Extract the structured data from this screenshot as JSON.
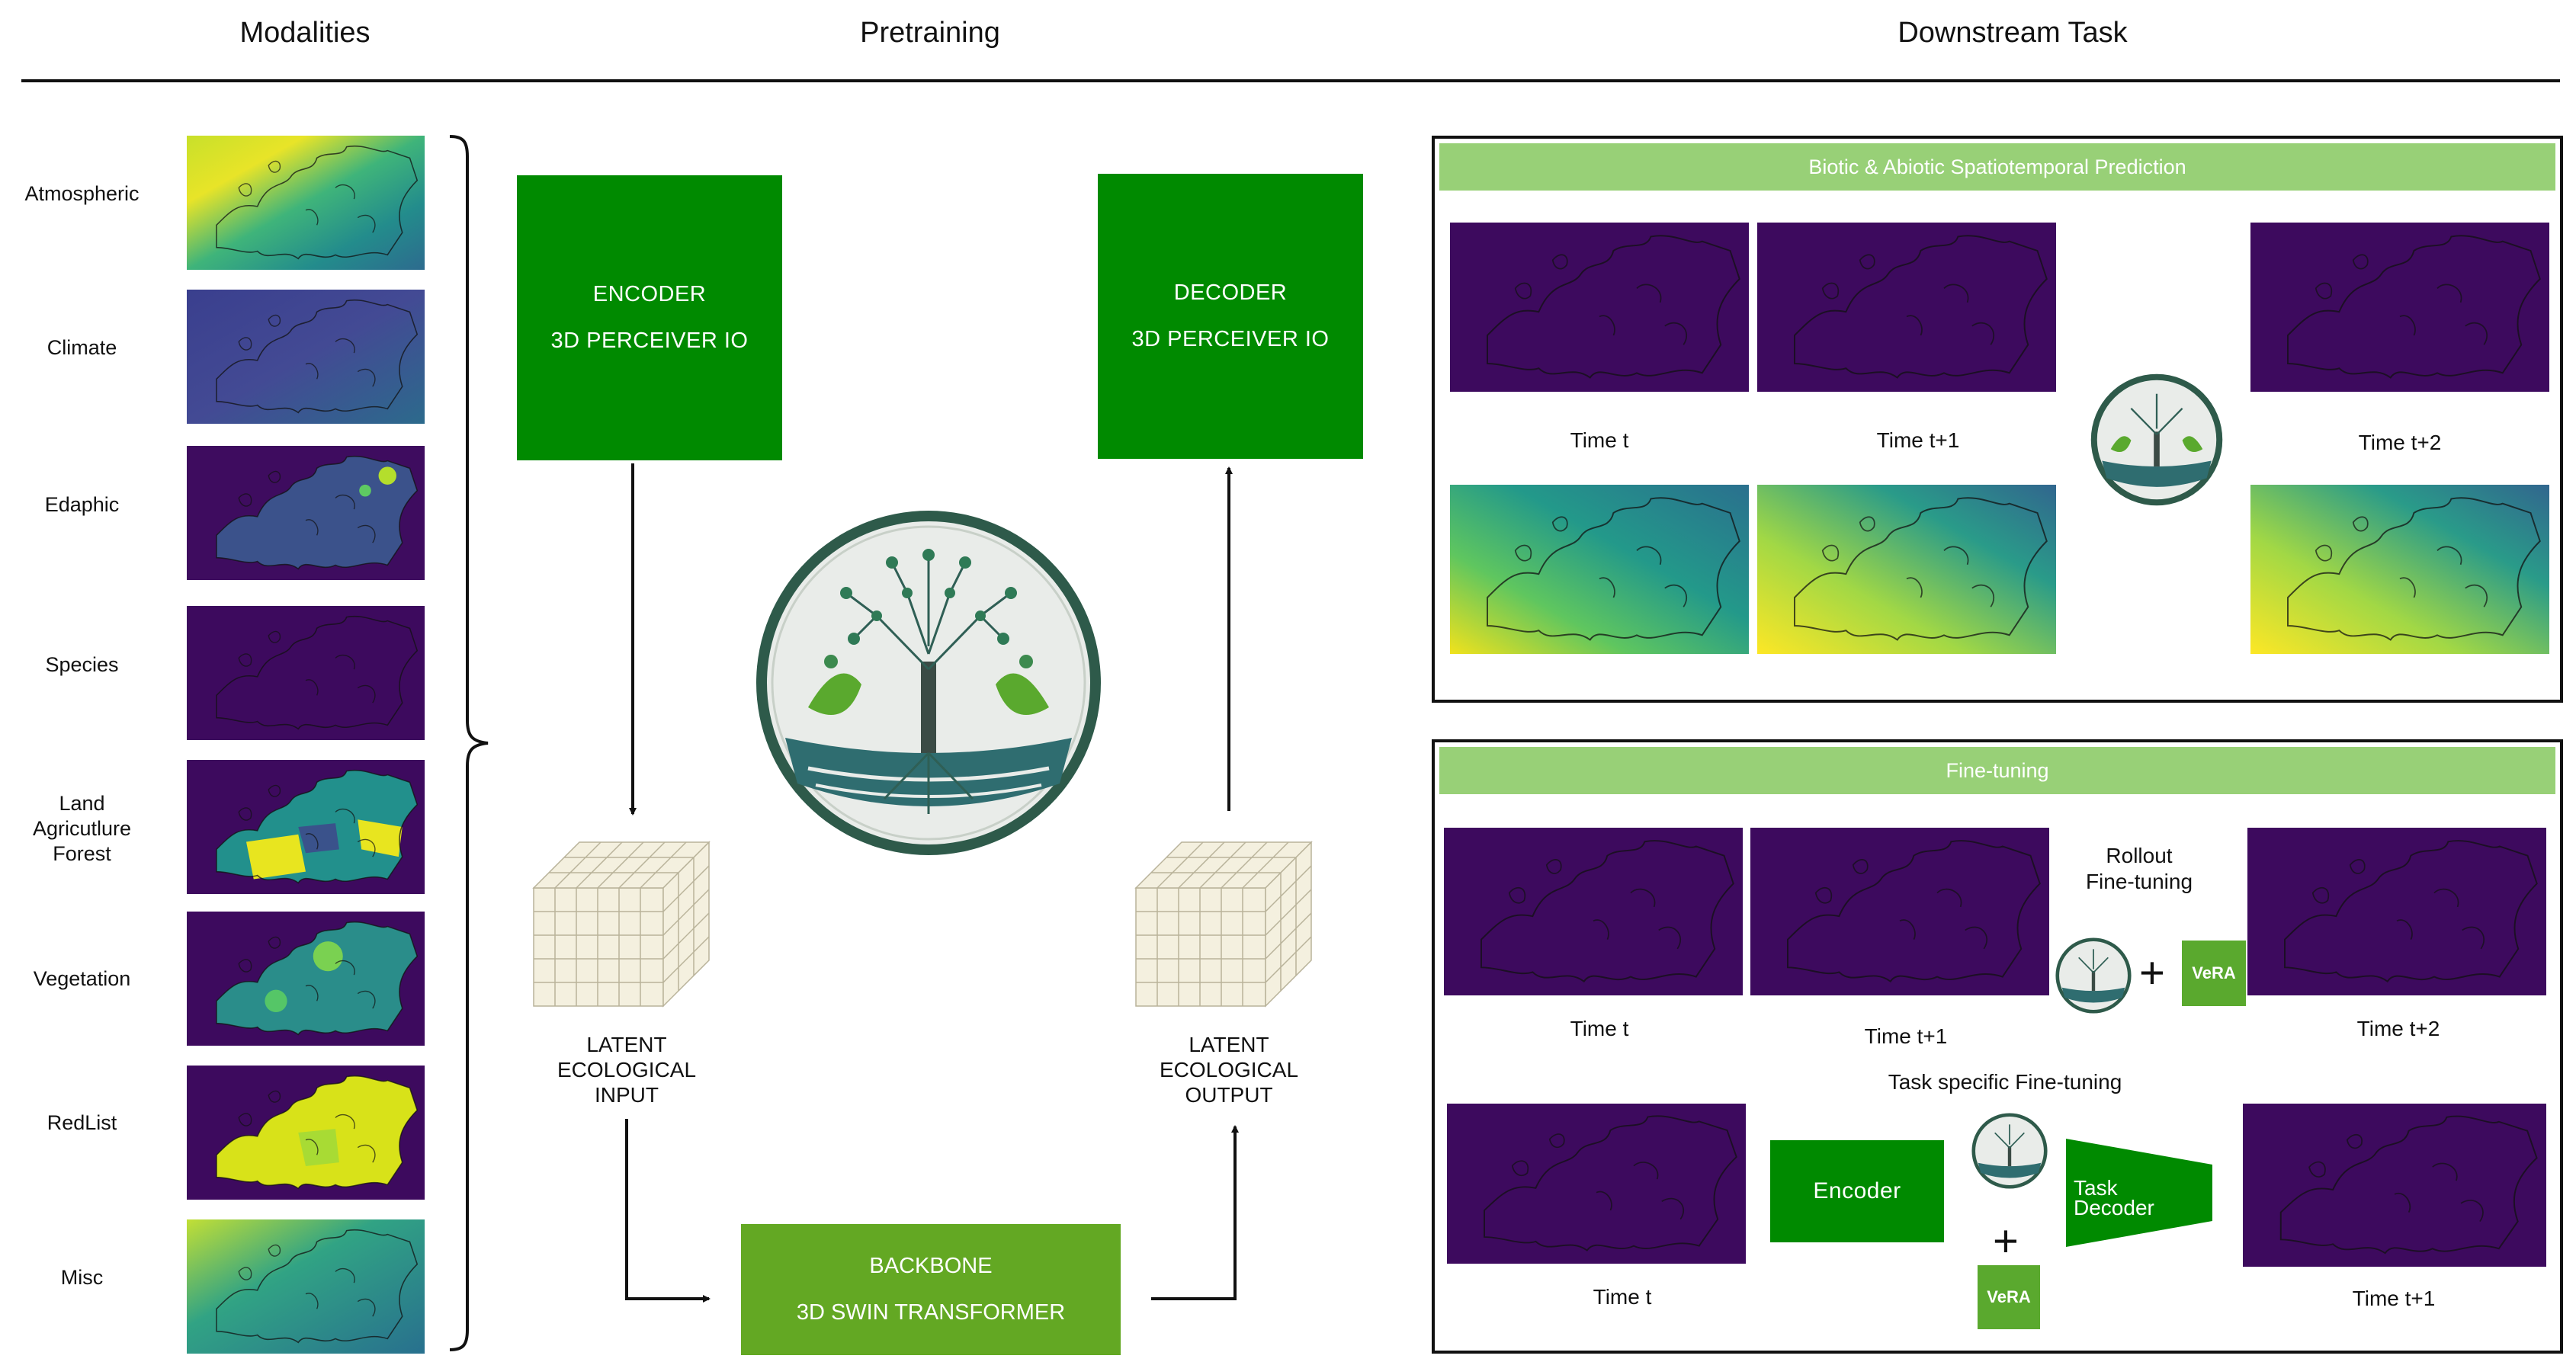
{
  "headers": {
    "modalities": "Modalities",
    "pretraining": "Pretraining",
    "downstream": "Downstream Task"
  },
  "modalities": [
    {
      "label": "Atmospheric",
      "colormap": "atmos"
    },
    {
      "label": "Climate",
      "colormap": "climate"
    },
    {
      "label": "Edaphic",
      "colormap": "edaphic"
    },
    {
      "label": "Species",
      "colormap": "dark"
    },
    {
      "label": "Land\nAgricutlure\nForest",
      "colormap": "land"
    },
    {
      "label": "Vegetation",
      "colormap": "veg"
    },
    {
      "label": "RedList",
      "colormap": "redlist"
    },
    {
      "label": "Misc",
      "colormap": "misc"
    }
  ],
  "pretraining": {
    "encoder": {
      "line1": "ENCODER",
      "line2": "3D PERCEIVER IO"
    },
    "decoder": {
      "line1": "DECODER",
      "line2": "3D PERCEIVER IO"
    },
    "backbone": {
      "line1": "BACKBONE",
      "line2": "3D SWIN TRANSFORMER"
    },
    "latent_input": "LATENT\nECOLOGICAL\nINPUT",
    "latent_output": "LATENT\nECOLOGICAL\nOUTPUT"
  },
  "downstream": {
    "prediction": {
      "title": "Biotic & Abiotic Spatiotemporal Prediction",
      "time_t": "Time t",
      "time_t1": "Time t+1",
      "time_t2": "Time t+2"
    },
    "finetuning": {
      "title": "Fine-tuning",
      "rollout": "Rollout\nFine-tuning",
      "vera": "VeRA",
      "time_t": "Time t",
      "time_t1": "Time t+1",
      "time_t2": "Time t+2",
      "task_specific": "Task specific Fine-tuning",
      "encoder": "Encoder",
      "task_decoder": "Task\nDecoder",
      "time_t_b": "Time t",
      "time_t1_b": "Time t+1"
    }
  },
  "colors": {
    "encoder_green": "#008a00",
    "backbone_green": "#63a823",
    "panel_bar": "#98d077",
    "map_dark": "#3d0a5e"
  }
}
